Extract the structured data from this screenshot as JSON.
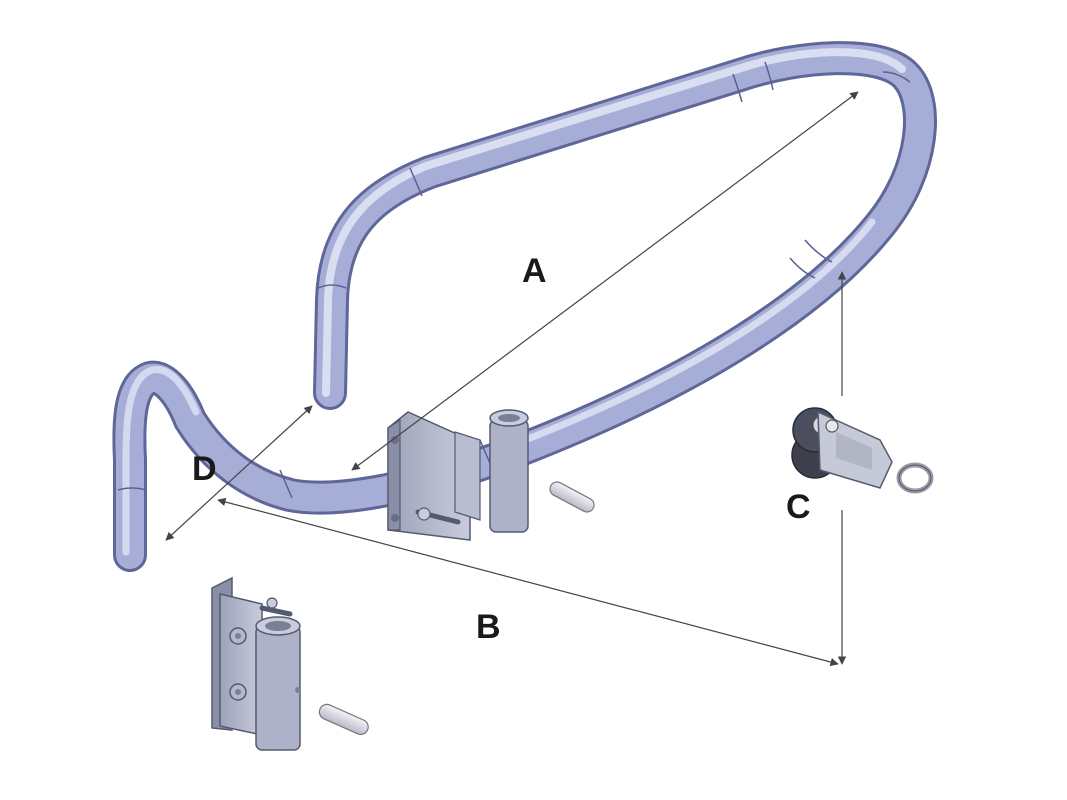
{
  "labels": {
    "a": "A",
    "b": "B",
    "c": "C",
    "d": "D"
  },
  "colors": {
    "tube": "#a6aed8",
    "tube_shadow": "#6e76a6",
    "tube_highlight": "#e2e6f6",
    "metal": "#b4b8cc",
    "metal_dark": "#7a7f96",
    "dimension_line": "#444444",
    "background": "#ffffff"
  }
}
